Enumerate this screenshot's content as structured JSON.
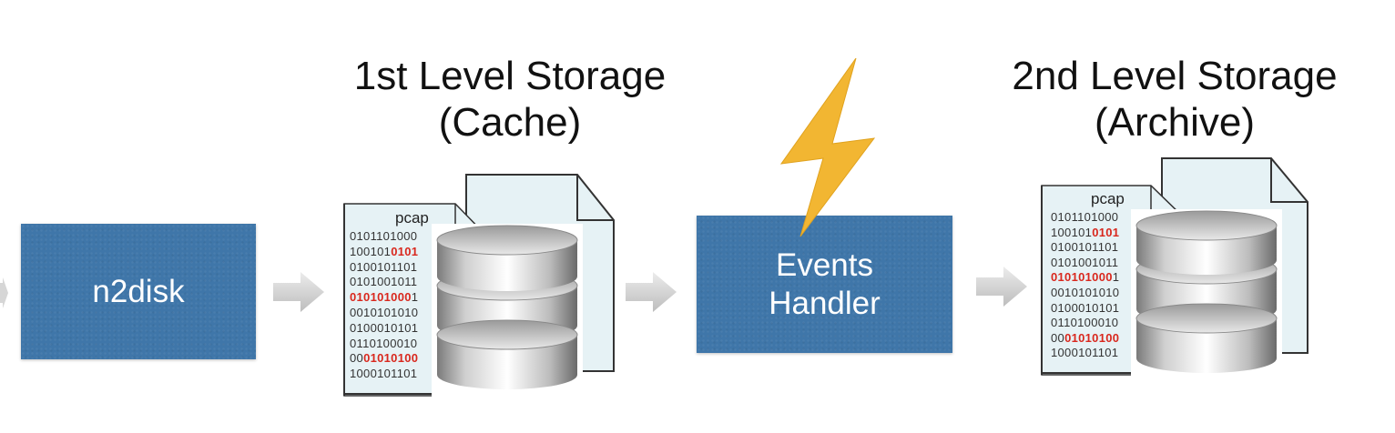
{
  "nodes": {
    "n2disk": {
      "label": "n2disk"
    },
    "events_handler": {
      "label_line1": "Events",
      "label_line2": "Handler"
    }
  },
  "storage": {
    "first": {
      "title_line1": "1st Level Storage",
      "title_line2": "(Cache)",
      "file_label": "pcap",
      "bits": [
        [
          "0101101000",
          ""
        ],
        [
          "100101",
          "0101"
        ],
        [
          "0100101101",
          ""
        ],
        [
          "0101001011",
          ""
        ],
        [
          "",
          "010101000",
          "1"
        ],
        [
          "0010101010",
          ""
        ],
        [
          "0100010101",
          ""
        ],
        [
          "0110100010",
          ""
        ],
        [
          "00",
          "01010100"
        ],
        [
          "1000101101",
          ""
        ]
      ]
    },
    "second": {
      "title_line1": "2nd Level Storage",
      "title_line2": "(Archive)",
      "file_label": "pcap",
      "bits": [
        [
          "0101101000",
          ""
        ],
        [
          "100101",
          "0101"
        ],
        [
          "0100101101",
          ""
        ],
        [
          "0101001011",
          ""
        ],
        [
          "",
          "010101000",
          "1"
        ],
        [
          "0010101010",
          ""
        ],
        [
          "0100010101",
          ""
        ],
        [
          "0110100010",
          ""
        ],
        [
          "00",
          "01010100"
        ],
        [
          "1000101101",
          ""
        ]
      ]
    }
  },
  "icons": [
    "database-icon",
    "file-icon",
    "lightning-bolt-icon",
    "arrow-right-icon"
  ],
  "colors": {
    "box_fill": "#3f76a9",
    "bolt": "#f2b632",
    "highlight_bits": "#d9281e",
    "file_tint": "#e6f2f5"
  }
}
